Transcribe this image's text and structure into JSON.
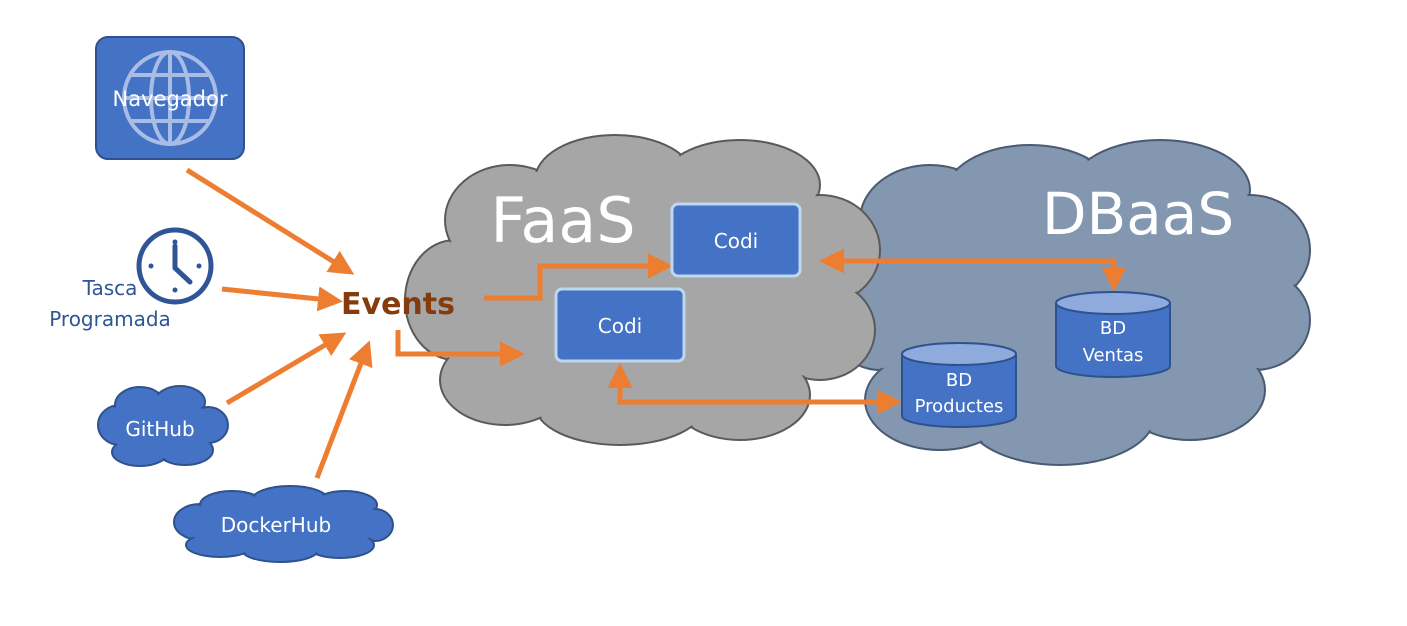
{
  "sources": {
    "browser": {
      "label": "Navegador",
      "icon": "globe-icon"
    },
    "scheduled_task": {
      "label_line1": "Tasca",
      "label_line2": "Programada",
      "icon": "clock-icon"
    },
    "github": {
      "label": "GitHub"
    },
    "dockerhub": {
      "label": "DockerHub"
    }
  },
  "events": {
    "label": "Events"
  },
  "faas": {
    "title": "FaaS",
    "functions": [
      {
        "label": "Codi"
      },
      {
        "label": "Codi"
      }
    ]
  },
  "dbaas": {
    "title": "DBaaS",
    "databases": [
      {
        "line1": "BD",
        "line2": "Productes"
      },
      {
        "line1": "BD",
        "line2": "Ventas"
      }
    ]
  },
  "colors": {
    "blue": "#4472C4",
    "blue_dark": "#2F528F",
    "orange": "#ED7D31",
    "events_text": "#843C0C",
    "faas_cloud": "#A6A6A6",
    "dbaas_cloud": "#8497B0",
    "db_top": "#8FAADC",
    "source_text": "#2F5597"
  }
}
